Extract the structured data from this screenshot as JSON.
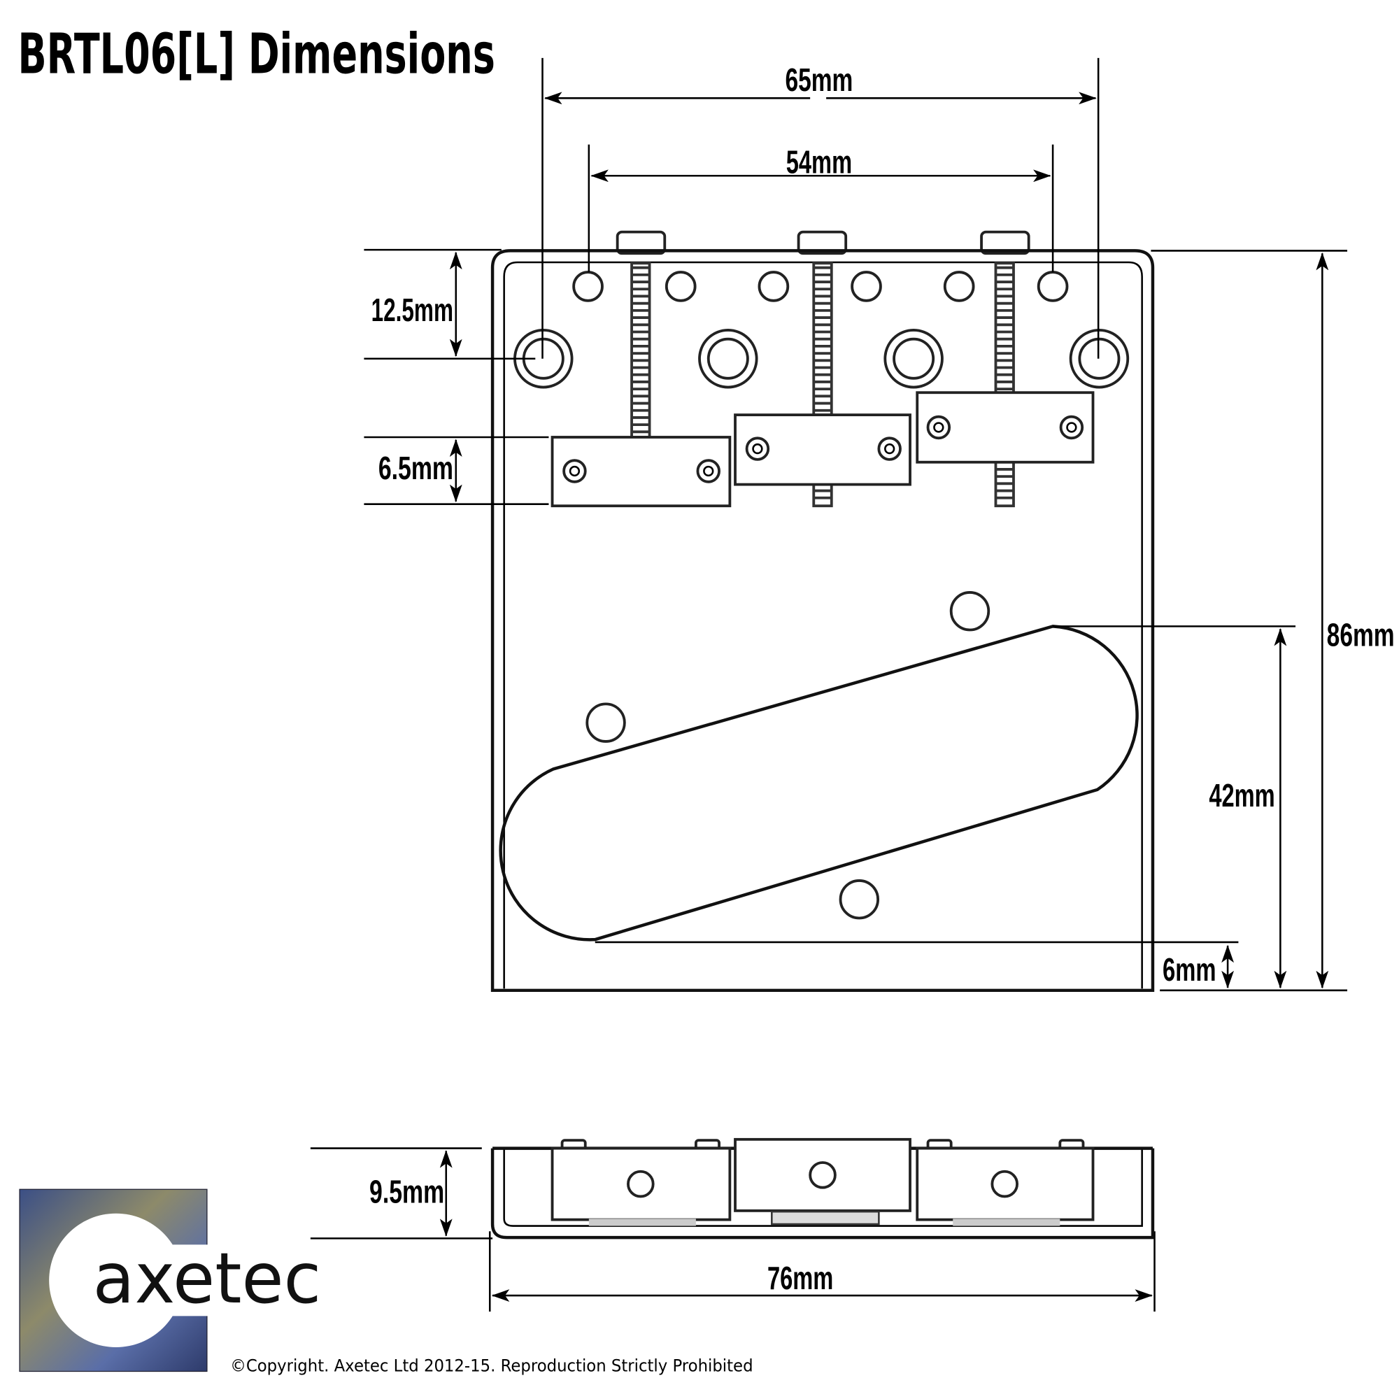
{
  "title": "BRTL06[L] Dimensions",
  "dimensions": {
    "outer_screw_spacing": "65mm",
    "inner_screw_spacing": "54mm",
    "top_to_mount_hole": "12.5mm",
    "saddle_width": "6.5mm",
    "plate_length": "86mm",
    "pickup_slot_height": "42mm",
    "slot_to_bottom": "6mm",
    "side_height": "9.5mm",
    "plate_width": "76mm"
  },
  "logo": {
    "text": "axetec"
  },
  "copyright": "©Copyright. Axetec Ltd 2012-15.  Reproduction Strictly Prohibited"
}
